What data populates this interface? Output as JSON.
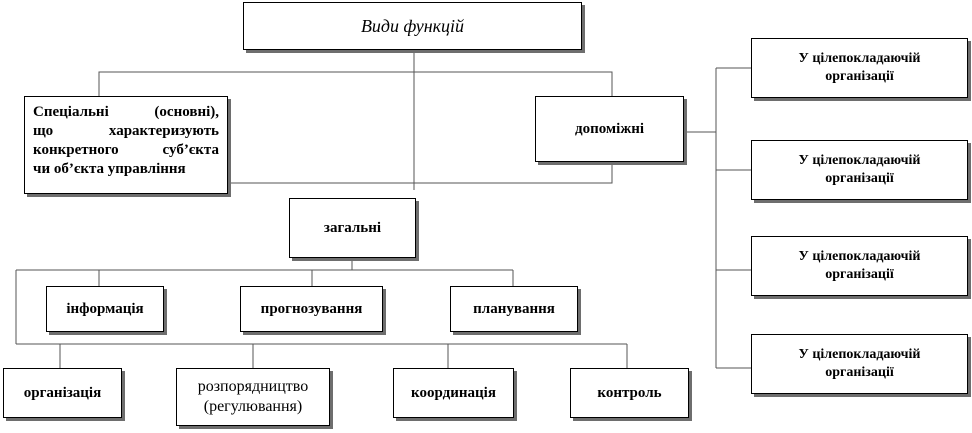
{
  "title": "Види функцій",
  "special": {
    "line1": "Спеціальні (основні),",
    "line2": "що характеризують",
    "line3": "конкретного суб’єкта",
    "line4": "чи об’єкта управління"
  },
  "auxiliary": "допоміжні",
  "general": "загальні",
  "right_boxes": [
    {
      "line1": "У цілепокладаючій",
      "line2": "організації"
    },
    {
      "line1": "У цілепокладаючій",
      "line2": "організації"
    },
    {
      "line1": "У цілепокладаючій",
      "line2": "організації"
    },
    {
      "line1": "У цілепокладаючій",
      "line2": "організації"
    }
  ],
  "level1": [
    "інформація",
    "прогнозування",
    "планування"
  ],
  "level2": [
    {
      "line1": "організація",
      "line2": ""
    },
    {
      "line1": "розпорядництво",
      "line2": "(регулювання)"
    },
    {
      "line1": "координація",
      "line2": ""
    },
    {
      "line1": "контроль",
      "line2": ""
    }
  ]
}
